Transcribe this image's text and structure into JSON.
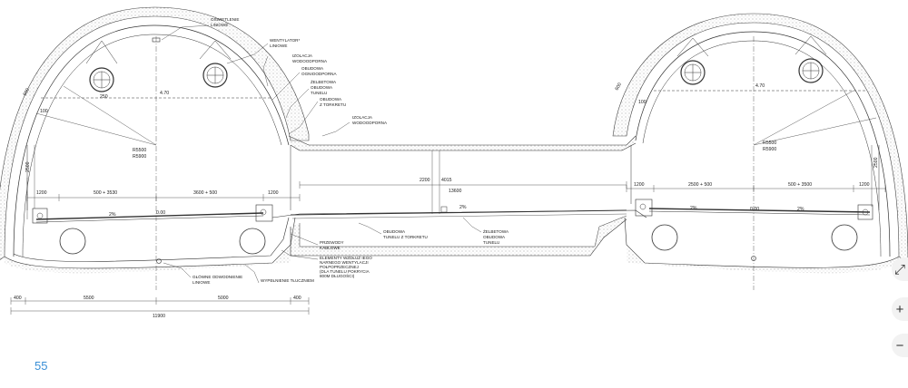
{
  "labels": {
    "light": [
      "OŚWIETLENIE",
      "LINIOWE"
    ],
    "fan": [
      "WENTYLATOR*",
      "LINIOWE"
    ],
    "izol1": [
      "IZOLACJA",
      "WODOODPORNA"
    ],
    "obud_odp": [
      "OBUDOWA",
      "OGNIOODPORNA"
    ],
    "zelb": [
      "ŻELBETOWA",
      "OBUDOWA",
      "TUNELU"
    ],
    "torkret": [
      "OBUDOWA",
      "Z TORKRETU"
    ],
    "izol2": [
      "IZOLACJA",
      "WODOODPORNA"
    ],
    "przewody": [
      "PRZEWODY",
      "KABLOWE"
    ],
    "elementy": [
      "ELEMENTY WZDŁUŻ IEGO",
      "NARNEGO WENTYLACJI",
      "POŁPOPRZECZNEJ",
      "(DLA TUNELU POKRYCIA",
      "800M DŁUGOŚCI)"
    ],
    "odwod": [
      "GŁÓWNE ODWODNIENIE",
      "LINIOWE"
    ],
    "wypeln": "WYPEŁNIENIE TŁUCZNIEM",
    "obud_tork2": [
      "OBUDOWA",
      "TUNELU Z TORKRETU"
    ],
    "zelb2": [
      "ŻELBETOWA",
      "OBUDOWA",
      "TUNELU"
    ]
  },
  "dims": {
    "d1200a": "1200",
    "d500": "500 + 3530",
    "d3600": "3600 + 500",
    "d1200b": "1200",
    "d2200": "2200",
    "d4015": "4015",
    "d13600": "13600",
    "d1200c": "1200",
    "d2500r": "2500 + 500",
    "d500r": "500 + 3500",
    "d1200d": "1200",
    "d2500a": "2500",
    "d2500b": "2500",
    "d100a": "100",
    "d100b": "100",
    "d600a": "600",
    "d600b": "600",
    "d250": "250",
    "d470": "4.70",
    "d470b": "4.70",
    "r1a": "R5500",
    "r1b": "R5900",
    "r2a": "R5500",
    "r2b": "R5900",
    "p2a": "2%",
    "p2b": "2%",
    "p2c": "2%",
    "p2d": "2%",
    "d400": "400",
    "d5500": "5500",
    "d5000": "5000",
    "d400b": "400",
    "d11900": "11900",
    "z000": "0.00",
    "z000b": "0.00"
  },
  "page": {
    "number": "55"
  },
  "controls": {
    "zoom_in": "+",
    "zoom_out": "−",
    "expand": "⤢"
  }
}
